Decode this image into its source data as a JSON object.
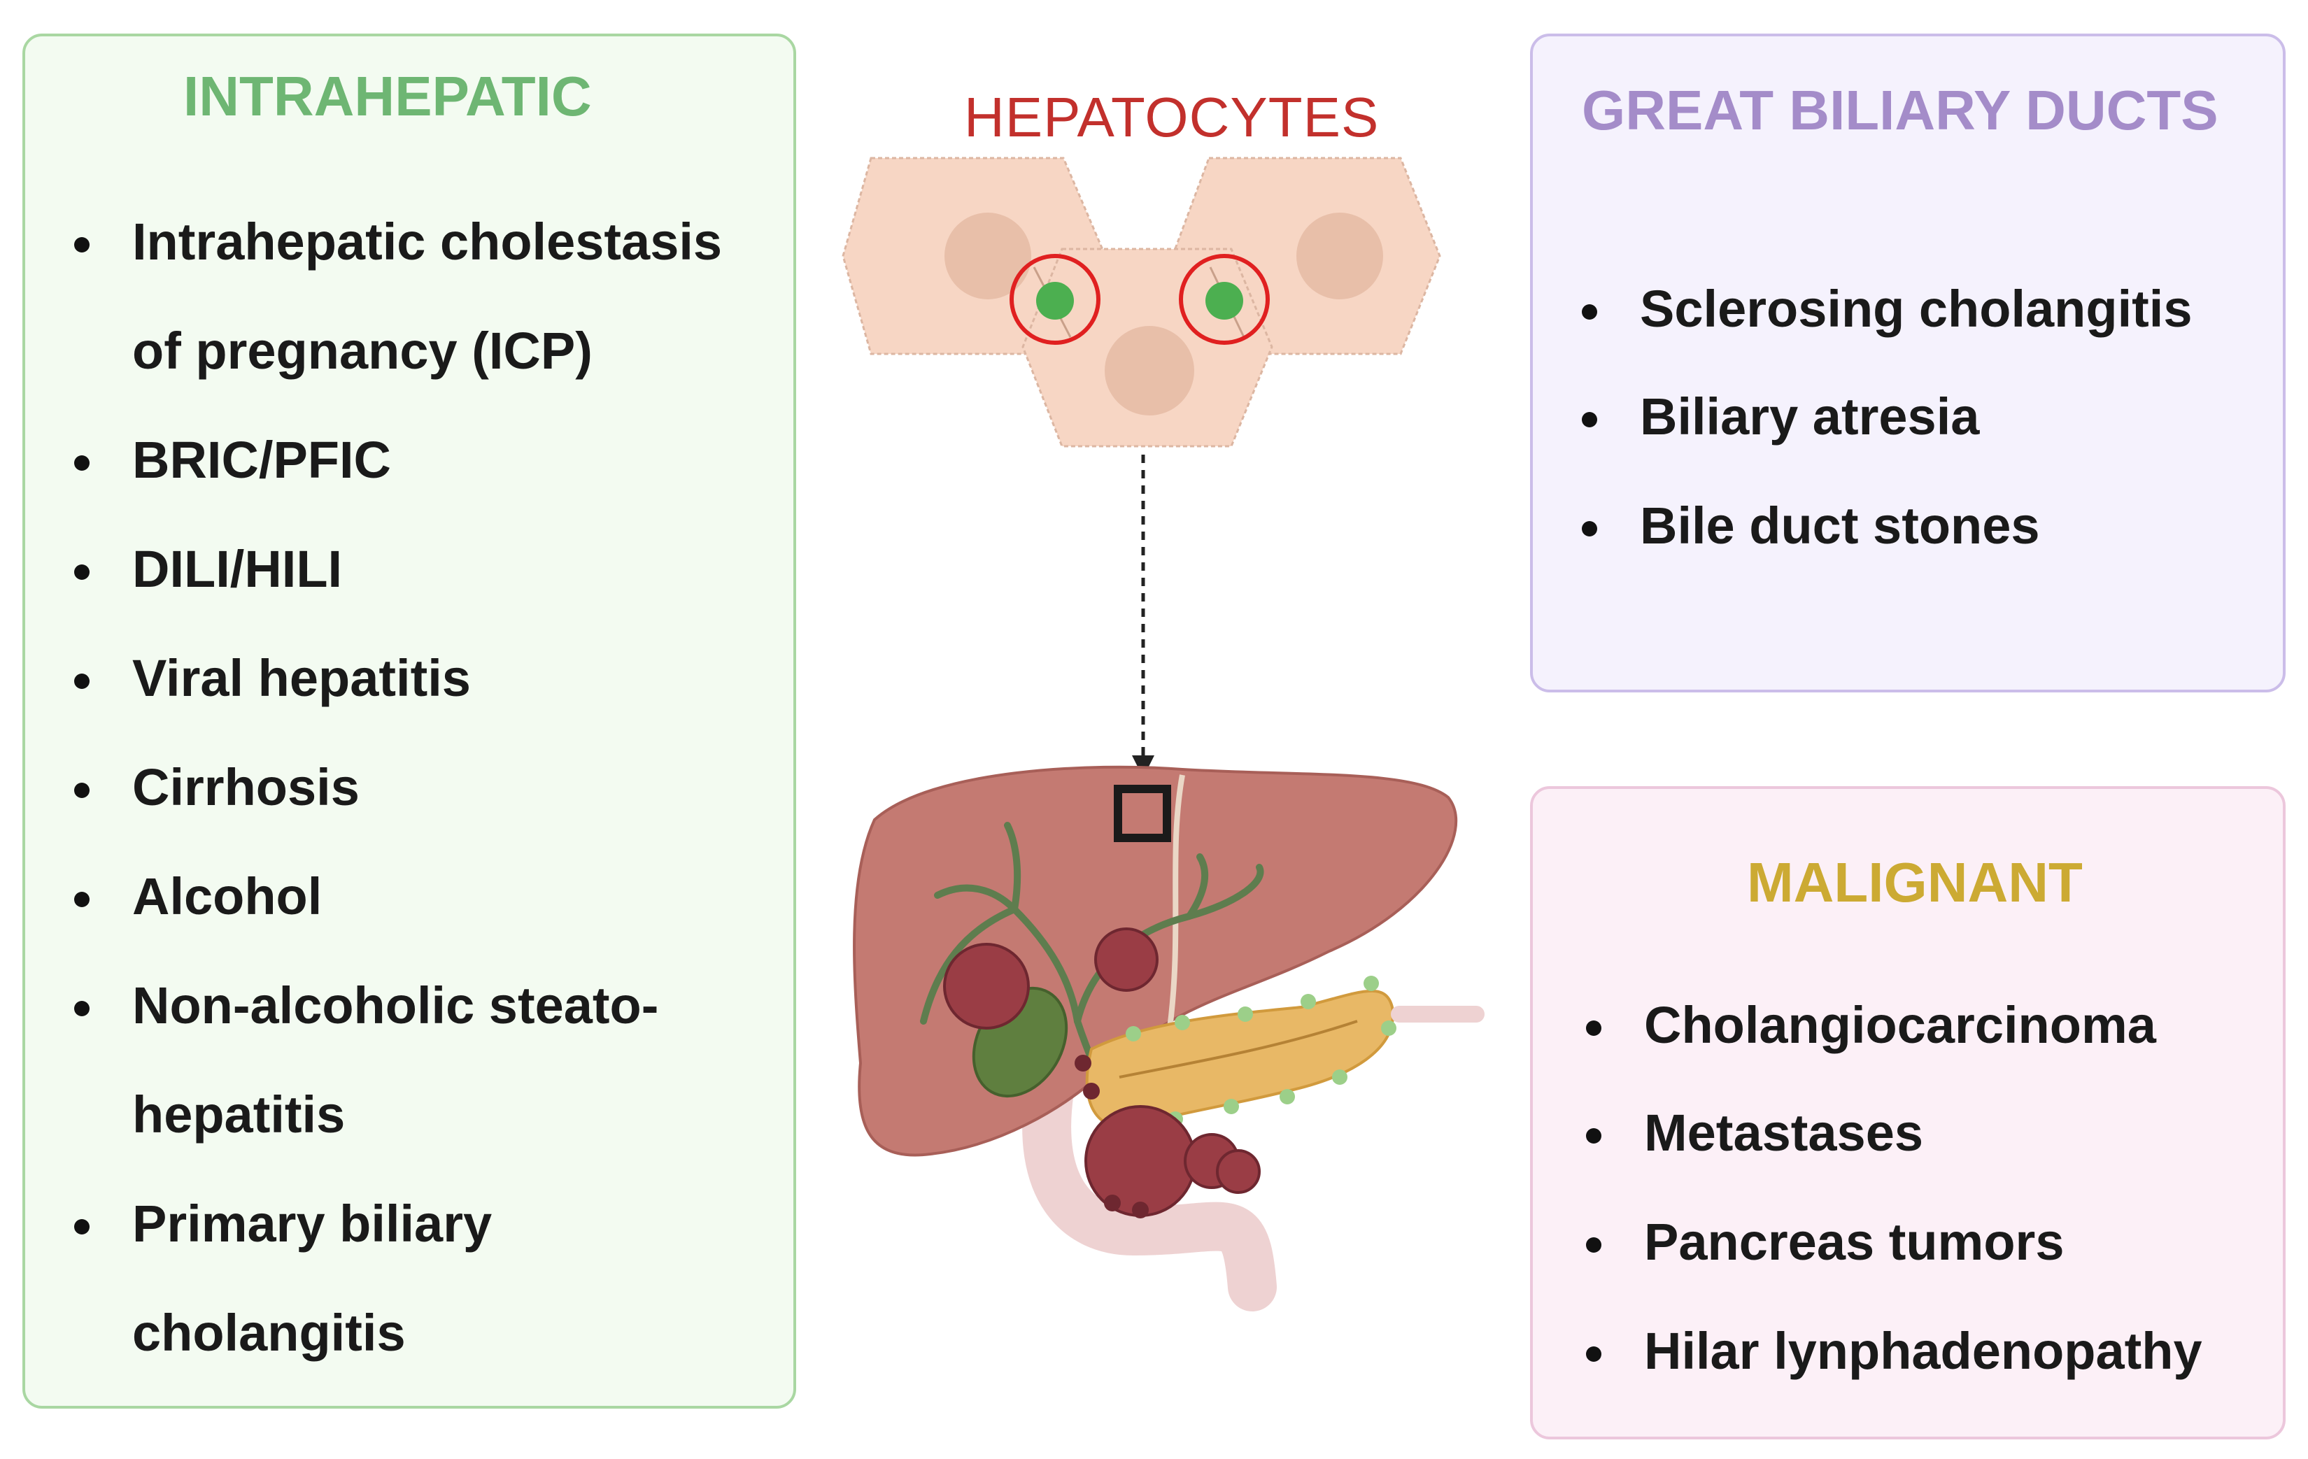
{
  "panels": {
    "intrahepatic": {
      "title": "INTRAHEPATIC",
      "items": [
        "Intrahepatic cholestasis of pregnancy (ICP)",
        "BRIC/PFIC",
        "DILI/HILI",
        "Viral hepatitis",
        "Cirrhosis",
        "Alcohol",
        "Non-alcoholic steato-hepatitis",
        "Primary biliary cholangitis"
      ]
    },
    "great_biliary_ducts": {
      "title": "GREAT BILIARY DUCTS",
      "items": [
        "Sclerosing cholangitis",
        "Biliary atresia",
        "Bile duct stones"
      ]
    },
    "malignant": {
      "title": "MALIGNANT",
      "items": [
        "Cholangiocarcinoma",
        "Metastases",
        "Pancreas tumors",
        "Hilar lynphadenopathy"
      ]
    }
  },
  "illustration": {
    "label": "HEPATOCYTES",
    "colors": {
      "hepatocyte": "#f7d6c4",
      "nucleus": "#e8bfa9",
      "canaliculus": "#4caf50",
      "highlight_ring": "#e02020",
      "liver": "#c47a72",
      "gallbladder": "#5f7f3f",
      "bile_ducts": "#5e7d4e",
      "pancreas": "#e8b866",
      "tumor": "#9a3d45"
    },
    "icons": [
      "hepatocyte-cell",
      "liver-organ",
      "gallbladder",
      "pancreas",
      "tumor",
      "zoom-box",
      "arrow-down"
    ]
  }
}
